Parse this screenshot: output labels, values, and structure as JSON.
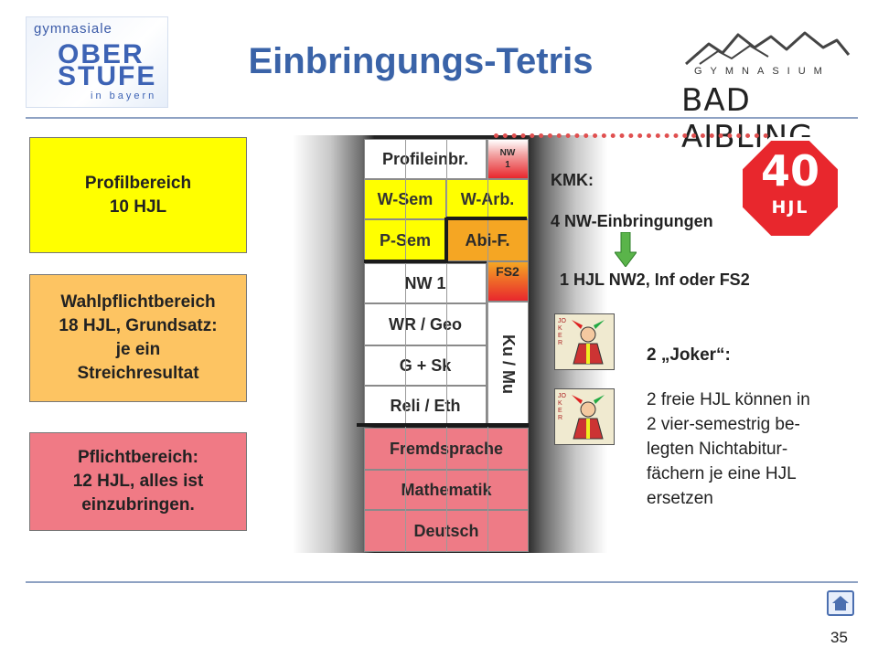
{
  "title": "Einbringungs-Tetris",
  "logo_left": {
    "line1": "gymnasiale",
    "line2": "OBER",
    "line3": "STUFE",
    "line4": "in bayern"
  },
  "logo_right": {
    "line1": "GYMNASIUM",
    "line2": "BAD AIBLING"
  },
  "left_boxes": [
    {
      "label": "Profilbereich\n10 HJL",
      "color": "#ffff00"
    },
    {
      "label": "Wahlpflichtbereich\n18 HJL, Grundsatz:\nje ein\nStreichresultat",
      "color": "#fdc462"
    },
    {
      "label": "Pflichtbereich:\n12 HJL, alles ist\neinzubringen.",
      "color": "#f07a85"
    }
  ],
  "column": {
    "profileinbr": "Profileinbr.",
    "nw1": "NW\n1",
    "w_sem": "W-Sem",
    "w_arb": "W-Arb.",
    "p_sem": "P-Sem",
    "abi_f": "Abi-F.",
    "nw_1": "NW 1",
    "fs2": "FS2",
    "wr_geo": "WR / Geo",
    "g_sk": "G + Sk",
    "reli_eth": "Reli / Eth",
    "ku_mu": "Ku / Mu",
    "fremdsprache": "Fremdsprache",
    "mathematik": "Mathematik",
    "deutsch": "Deutsch"
  },
  "stop_sign": {
    "number": "40",
    "unit": "HJL"
  },
  "kmk": {
    "label": "KMK:",
    "text": "4 NW-Einbringungen"
  },
  "nw2_text": "1 HJL NW2, Inf oder FS2",
  "joker": {
    "title": "2 „Joker“:",
    "text": "2 freie HJL können in\n2 vier-semestrig be-\nlegten Nichtabitur-\nfächern je eine HJL\nersetzen",
    "card_label": "JOKER"
  },
  "page_number": "35",
  "icons": {
    "home": "home-icon",
    "arrow": "arrow-down-icon"
  },
  "colors": {
    "yellow": "#ffff00",
    "orange": "#f5a623",
    "red": "#ee7b86",
    "title": "#3a63a8",
    "arrow": "#5ab44a"
  }
}
